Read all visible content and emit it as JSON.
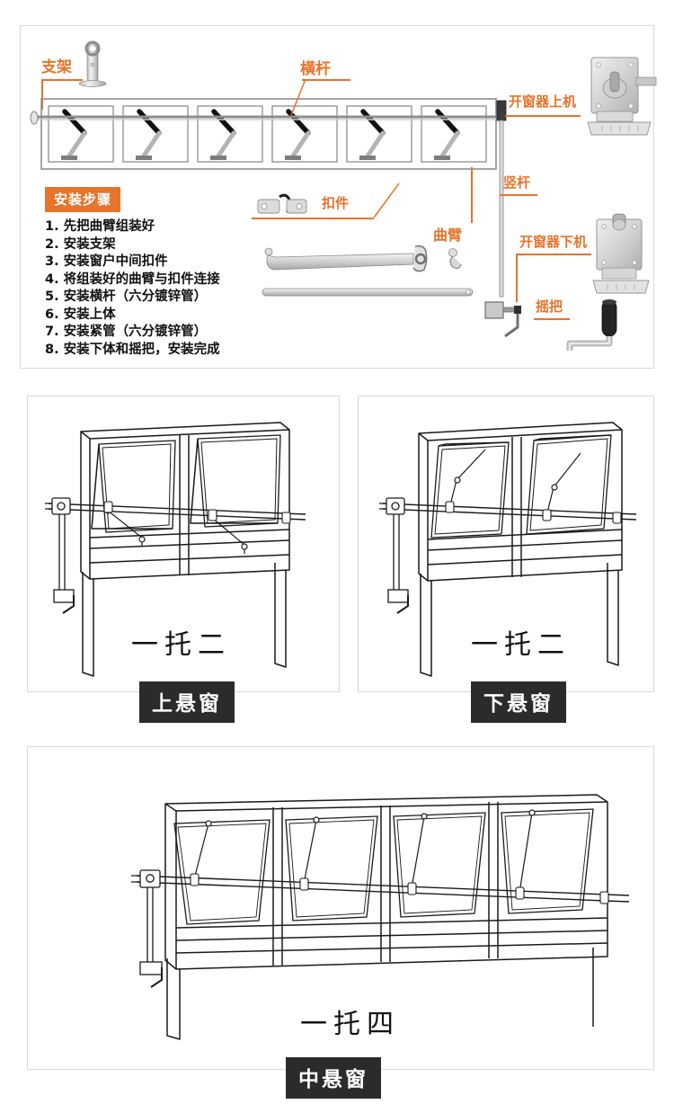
{
  "page": {
    "accent_color": "#e8732a",
    "caption_badge_color": "#2b2b2b",
    "panel_border_color": "#d8d8d8"
  },
  "top_panel": {
    "labels": {
      "bracket": "支架",
      "crossbar": "横杆",
      "upper_unit": "开窗器上机",
      "vertical_rod": "竖杆",
      "clip": "扣件",
      "crank_arm": "曲臂",
      "lower_unit": "开窗器下机",
      "crank_handle": "摇把"
    },
    "steps": {
      "title": "安装步骤",
      "items": [
        "1. 先把曲臂组装好",
        "2. 安装支架",
        "3. 安装窗户中间扣件",
        "4. 将组装好的曲臂与扣件连接",
        "5. 安装横杆（六分镀锌管）",
        "6. 安装上体",
        "7. 安装紧管（六分镀锌管）",
        "8. 安装下体和摇把，安装完成"
      ]
    },
    "window_sash_count": 6,
    "hardware_photos": [
      {
        "name": "bracket-photo"
      },
      {
        "name": "upper-unit-photo"
      },
      {
        "name": "lower-unit-photo"
      },
      {
        "name": "clip-photo"
      },
      {
        "name": "crank-arm-photo"
      },
      {
        "name": "zinc-pipe-photo"
      },
      {
        "name": "crank-handle-photo"
      }
    ]
  },
  "panels": [
    {
      "id": "upper",
      "ratio_text": "一托二",
      "caption": "上悬窗",
      "sash_count": 2,
      "window_type": "top-hung"
    },
    {
      "id": "lower",
      "ratio_text": "一托二",
      "caption": "下悬窗",
      "sash_count": 2,
      "window_type": "bottom-hung"
    },
    {
      "id": "mid",
      "ratio_text": "一托四",
      "caption": "中悬窗",
      "sash_count": 4,
      "window_type": "center-pivot"
    }
  ]
}
